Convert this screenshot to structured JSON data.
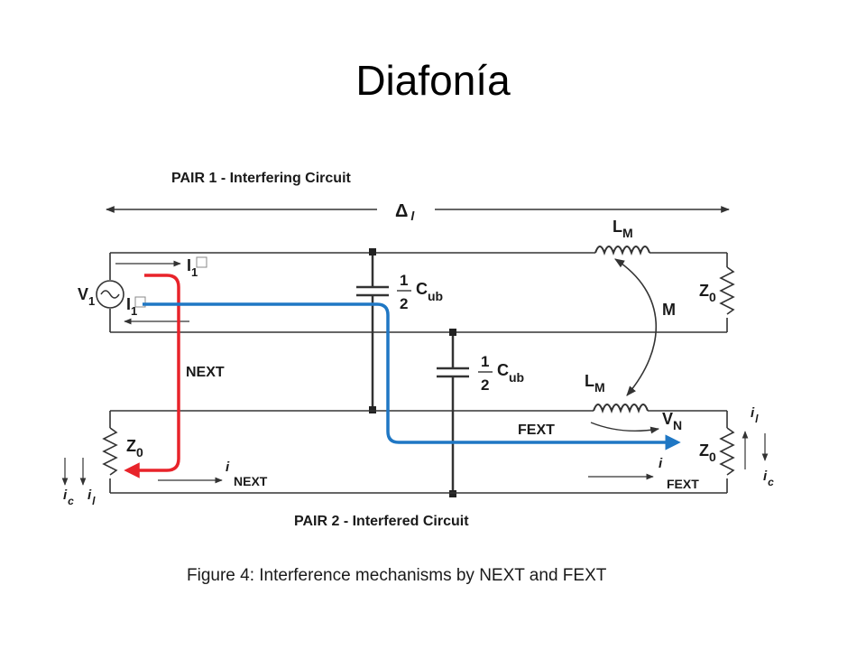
{
  "slide": {
    "title": "Diafonía"
  },
  "figure": {
    "pair1_label": "PAIR 1 - Interfering Circuit",
    "pair2_label": "PAIR 2 - Interfered Circuit",
    "delta_label": "Δ",
    "delta_sub": "l",
    "caption": "Figure 4: Interference mechanisms by NEXT and FEXT",
    "source": {
      "main": "V",
      "sub": "1"
    },
    "current1_top": {
      "main": "I",
      "sub": "1"
    },
    "current1_mid": {
      "main": "I",
      "sub": "1"
    },
    "cap_top": {
      "num": "1",
      "den": "2",
      "main": "C",
      "sub": "ub"
    },
    "cap_bottom": {
      "num": "1",
      "den": "2",
      "main": "C",
      "sub": "ub"
    },
    "inductor_top": {
      "main": "L",
      "sub": "M"
    },
    "inductor_bottom": {
      "main": "L",
      "sub": "M"
    },
    "mutual": "M",
    "z_right_top": {
      "main": "Z",
      "sub": "0"
    },
    "z_left_bottom": {
      "main": "Z",
      "sub": "0"
    },
    "z_right_bottom": {
      "main": "Z",
      "sub": "0"
    },
    "next_label": "NEXT",
    "fext_label": "FEXT",
    "vn": {
      "main": "V",
      "sub": "N"
    },
    "i_next": {
      "main": "i",
      "sub": "NEXT"
    },
    "i_fext": {
      "main": "i",
      "sub": "FEXT"
    },
    "ic_left": {
      "main": "i",
      "sub": "c"
    },
    "il_left": {
      "main": "i",
      "sub": "l"
    },
    "il_right": {
      "main": "i",
      "sub": "l"
    },
    "ic_right": {
      "main": "i",
      "sub": "c"
    },
    "colors": {
      "next": "#e8232a",
      "fext": "#1f77c4",
      "wire": "#333333"
    }
  }
}
